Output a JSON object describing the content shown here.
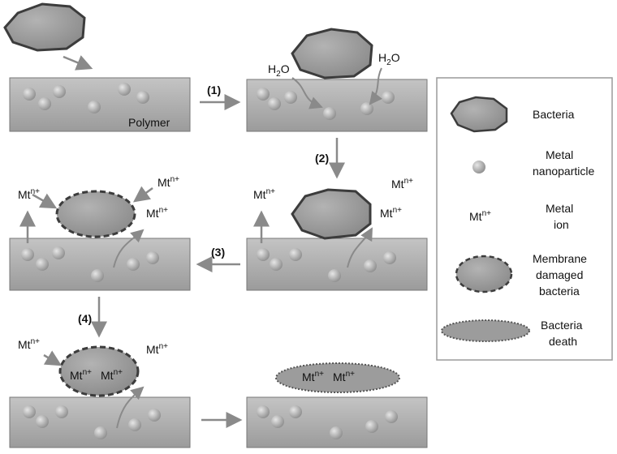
{
  "diagram": {
    "polymer_label": "Polymer",
    "water": "H",
    "water_sub": "2",
    "water_o": "O",
    "step1": "(1)",
    "step2": "(2)",
    "step3": "(3)",
    "step4": "(4)",
    "ion_base": "Mt",
    "ion_sup": "n+"
  },
  "legend": {
    "bacteria": "Bacteria",
    "metal_np_line1": "Metal",
    "metal_np_line2": "nanoparticle",
    "ion_line1": "Metal",
    "ion_line2": "ion",
    "damaged_line1": "Membrane",
    "damaged_line2": "damaged",
    "damaged_line3": "bacteria",
    "death_line1": "Bacteria",
    "death_line2": "death"
  },
  "colors": {
    "slab": "#a9a9a9",
    "slab_edge": "#777777",
    "bacteria": "#999999",
    "bacteria_edge": "#3c3c3c",
    "particle": "#b8b8b8",
    "arrow": "#8a8a8a"
  }
}
